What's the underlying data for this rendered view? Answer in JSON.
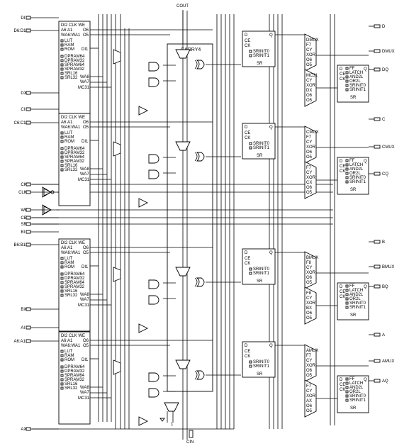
{
  "top": {
    "cout": "COUT",
    "cin": "CIN",
    "carry": "CARRY4"
  },
  "inputs": {
    "di": "DI",
    "d6d1": "D6:D1",
    "dx": "DX",
    "ci": "CI",
    "c6c1": "C6:C1",
    "ck": "CK",
    "clk": "CLK",
    "we": "WE",
    "ce": "CE",
    "sr": "SR",
    "bi": "BI",
    "b6b1": "B6:B1",
    "bx": "BX",
    "ai": "AI",
    "a6a1": "A6:A1",
    "ax": "AX"
  },
  "outputs": {
    "d": "D",
    "dmux": "DMUX",
    "dq": "DQ",
    "c": "C",
    "cmux": "CMUX",
    "cq": "CQ",
    "b": "B",
    "bmux": "BMUX",
    "bq": "BQ",
    "a": "A",
    "amux": "AMUX",
    "aq": "AQ"
  },
  "lut": {
    "head": "DI2  CLK  WE",
    "a6a1": "A6:A1",
    "o6": "O6",
    "wa6wa1": "WA6:WA1",
    "o5": "O5",
    "di1": "DI1",
    "modes1": [
      "LUT",
      "RAM",
      "ROM"
    ],
    "modes2": [
      "DPRAM64",
      "DPRAM32",
      "SPRAM64",
      "SPRAM32",
      "SRL16",
      "SRL32"
    ],
    "wa8": "WA8",
    "wa7": "WA7",
    "mc31": "MC31"
  },
  "ff": {
    "d": "D",
    "q": "Q",
    "ce": "CE",
    "ck": "CK",
    "srinit0": "SRINIT0",
    "srinit1": "SRINIT1",
    "sr": "SR"
  },
  "ffl": {
    "d": "D",
    "q": "Q",
    "ce": "CE",
    "ck": "CK",
    "modes": [
      "FF",
      "LATCH",
      "AND2L",
      "OR2L",
      "SRINIT0",
      "SRINIT1"
    ],
    "sr": "SR"
  },
  "mux1": {
    "d": [
      "DMUX",
      "F7",
      "CY",
      "XOR",
      "O6",
      "O5"
    ],
    "c": [
      "CMUX",
      "F7",
      "CY",
      "XOR",
      "O6",
      "O5"
    ],
    "b": [
      "BMUX",
      "F8",
      "CY",
      "XOR",
      "O6",
      "O5"
    ],
    "a": [
      "AMUX",
      "F7",
      "CY",
      "XOR",
      "O6",
      "O5"
    ]
  },
  "mux2": {
    "d": [
      "MC31",
      "CY",
      "XOR",
      "DX",
      "O6",
      "O5"
    ],
    "c": [
      "F7",
      "CY",
      "XOR",
      "CX",
      "O6",
      "O5"
    ],
    "b": [
      "F8",
      "CY",
      "XOR",
      "BX",
      "O6",
      "O5"
    ],
    "a": [
      "F7",
      "CY",
      "XOR",
      "AX",
      "O6",
      "O5"
    ]
  },
  "bottom": {
    "one": "1"
  }
}
